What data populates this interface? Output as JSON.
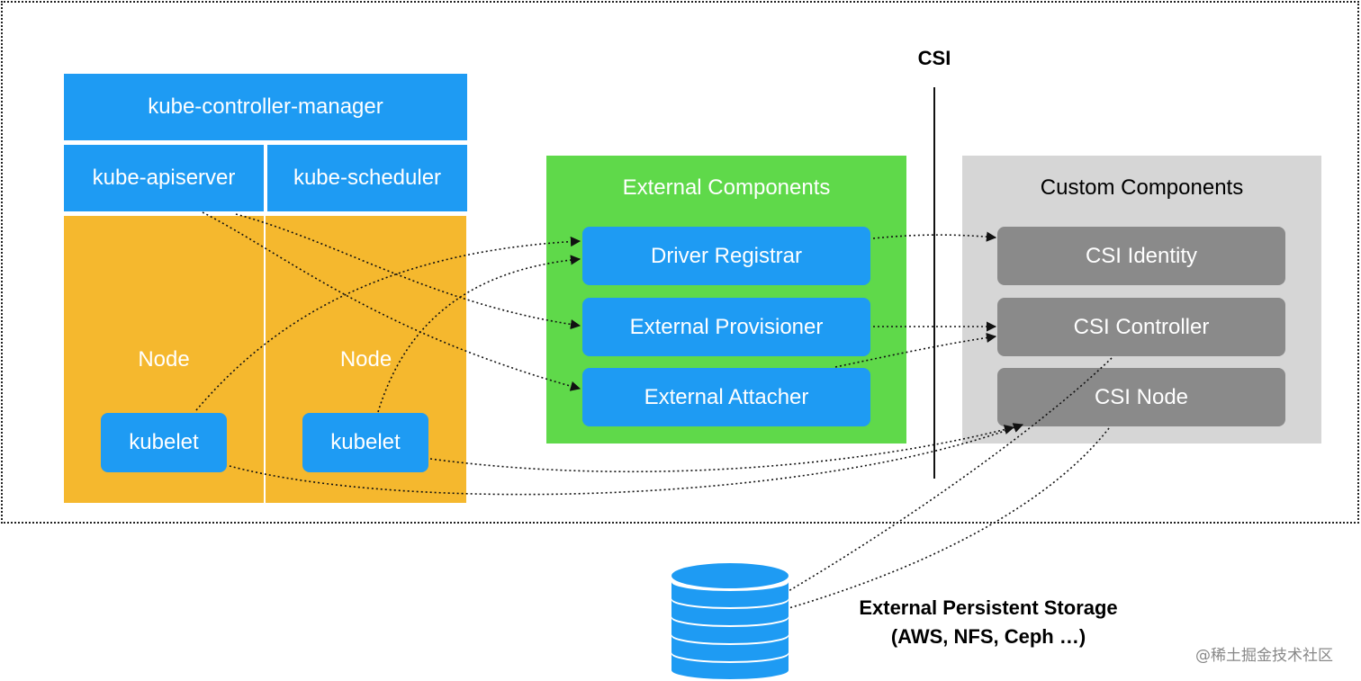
{
  "control_plane": {
    "controller_manager": "kube-controller-manager",
    "apiserver": "kube-apiserver",
    "scheduler": "kube-scheduler"
  },
  "nodes": [
    {
      "label": "Node",
      "kubelet": "kubelet"
    },
    {
      "label": "Node",
      "kubelet": "kubelet"
    }
  ],
  "external_components": {
    "title": "External Components",
    "items": [
      "Driver Registrar",
      "External Provisioner",
      "External Attacher"
    ]
  },
  "csi_divider_label": "CSI",
  "custom_components": {
    "title": "Custom Components",
    "items": [
      "CSI Identity",
      "CSI Controller",
      "CSI Node"
    ]
  },
  "storage": {
    "line1": "External Persistent Storage",
    "line2": "(AWS, NFS, Ceph …)"
  },
  "watermark": "@稀土掘金技术社区",
  "colors": {
    "blue": "#1E9BF3",
    "orange": "#F5B82E",
    "green": "#5FD94A",
    "gray_panel": "#D6D6D6",
    "gray_box": "#8A8A8A"
  }
}
